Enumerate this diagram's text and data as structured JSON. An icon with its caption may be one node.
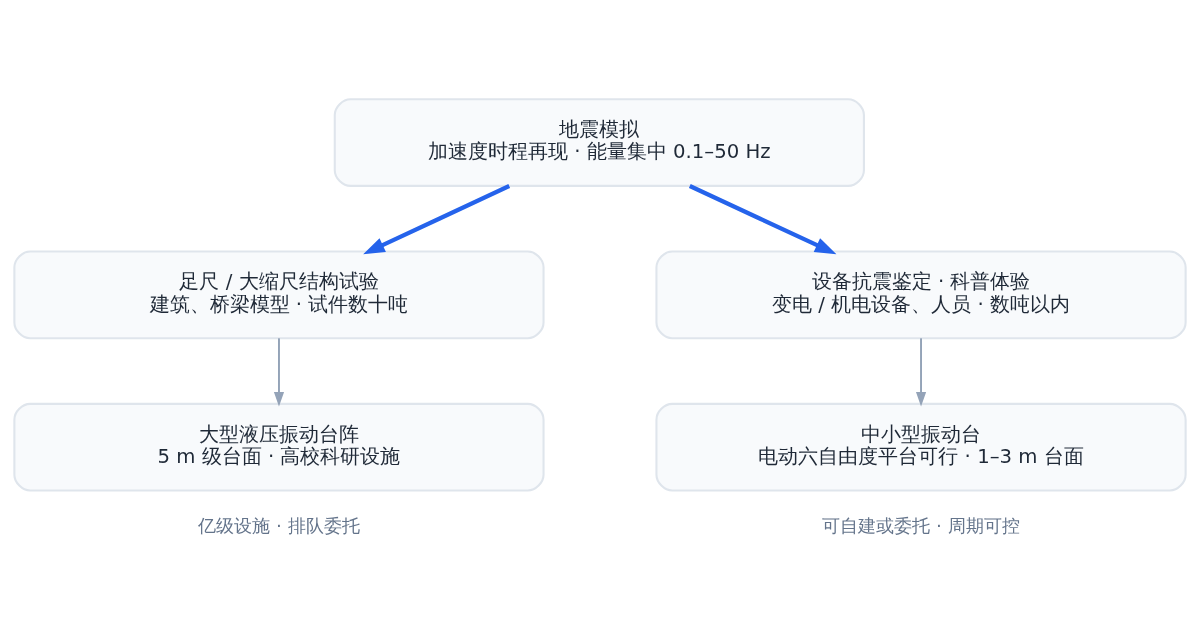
{
  "diagram": {
    "nodes": [
      {
        "text": [
          "地震模拟",
          "加速度时程再现 · 能量集中 0.1–50 Hz"
        ]
      },
      {
        "text": [
          "足尺 / 大缩尺结构试验",
          "建筑、桥梁模型 · 试件数十吨"
        ]
      },
      {
        "text": [
          "设备抗震鉴定 · 科普体验",
          "变电 / 机电设备、人员 · 数吨以内"
        ]
      },
      {
        "text": [
          "大型液压振动台阵",
          "5 m 级台面 · 高校科研设施"
        ],
        "beside": [
          "亿级设施 · 排队委托"
        ]
      },
      {
        "text": [
          "中小型振动台",
          "电动六自由度平台可行 · 1–3 m 台面"
        ],
        "beside": [
          "可自建或委托 · 周期可控"
        ]
      }
    ],
    "edges": [
      {
        "from": 0,
        "to": 1,
        "arrow": "to",
        "style": "thick",
        "color": "#2563eb"
      },
      {
        "from": 0,
        "to": 2,
        "arrow": "to",
        "style": "thick",
        "color": "#2563eb"
      },
      {
        "from": 1,
        "to": 3,
        "arrow": "to",
        "color": "#94a3b8"
      },
      {
        "from": 2,
        "to": 4,
        "arrow": "to",
        "color": "#94a3b8"
      }
    ]
  }
}
